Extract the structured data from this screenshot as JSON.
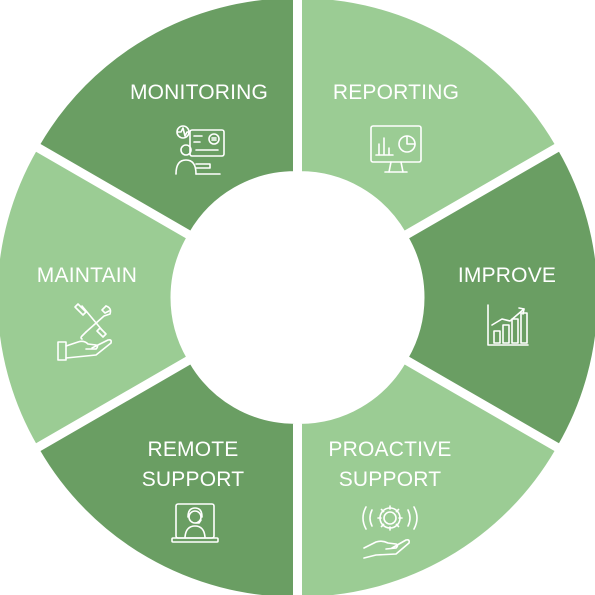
{
  "diagram": {
    "segments": [
      {
        "id": "reporting",
        "lines": [
          "REPORTING"
        ],
        "icon": "reporting-dashboard-icon",
        "color": "#9bcc94"
      },
      {
        "id": "improve",
        "lines": [
          "IMPROVE"
        ],
        "icon": "growth-chart-icon",
        "color": "#6a9e63"
      },
      {
        "id": "proactive-support",
        "lines": [
          "PROACTIVE",
          "SUPPORT"
        ],
        "icon": "gear-hand-icon",
        "color": "#9bcc94"
      },
      {
        "id": "remote-support",
        "lines": [
          "REMOTE",
          "SUPPORT"
        ],
        "icon": "remote-agent-icon",
        "color": "#6a9e63"
      },
      {
        "id": "maintain",
        "lines": [
          "MAINTAIN"
        ],
        "icon": "tools-hand-icon",
        "color": "#9bcc94"
      },
      {
        "id": "monitoring",
        "lines": [
          "MONITORING"
        ],
        "icon": "monitoring-screen-icon",
        "color": "#6a9e63"
      }
    ]
  }
}
